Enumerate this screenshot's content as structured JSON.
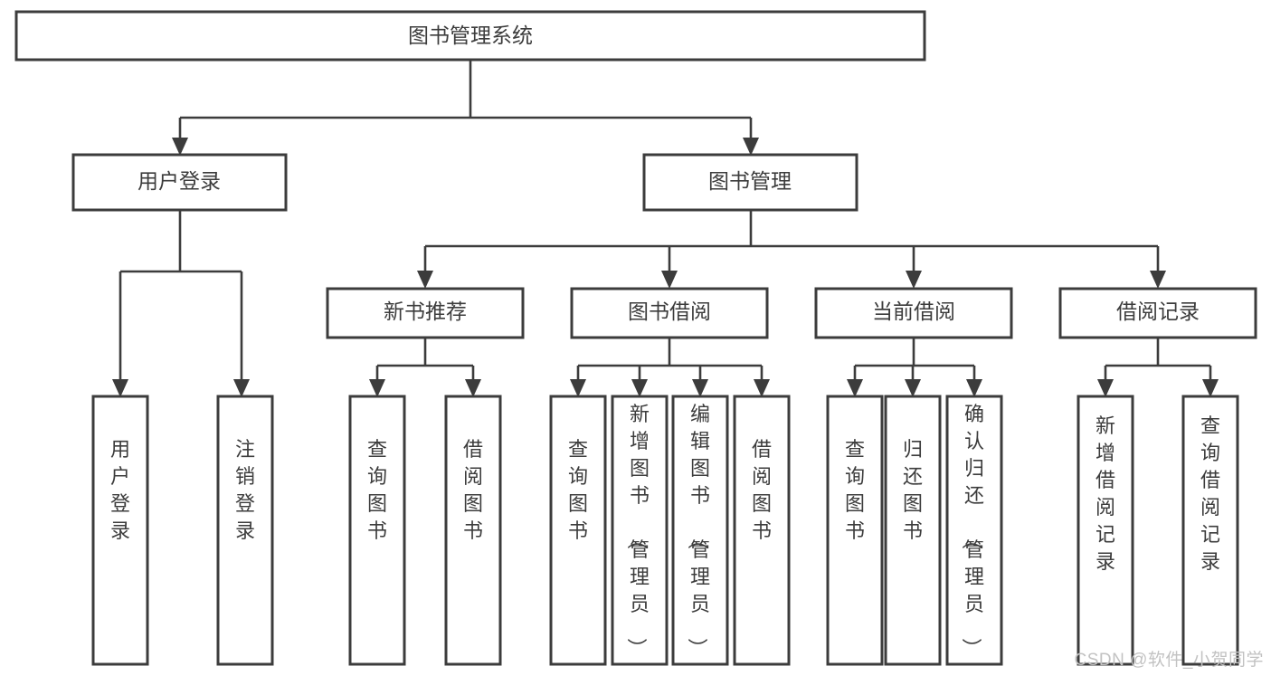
{
  "diagram": {
    "type": "tree",
    "title": "图书管理系统",
    "watermark": "CSDN @软件_小贺同学",
    "colors": {
      "stroke": "#3c3c3c",
      "fill": "#ffffff",
      "background": "#ffffff",
      "watermark": "#c2c2c2"
    },
    "root": {
      "label": "图书管理系统"
    },
    "level1": [
      {
        "label": "用户登录"
      },
      {
        "label": "图书管理"
      }
    ],
    "level2": [
      {
        "label": "新书推荐"
      },
      {
        "label": "图书借阅"
      },
      {
        "label": "当前借阅"
      },
      {
        "label": "借阅记录"
      }
    ],
    "leaves": {
      "user_login": [
        {
          "label": "用户登录"
        },
        {
          "label": "注销登录"
        }
      ],
      "new_book_recommend": [
        {
          "label": "查询图书"
        },
        {
          "label": "借阅图书"
        }
      ],
      "book_borrow": [
        {
          "label": "查询图书"
        },
        {
          "label": "新增图书（管理员）"
        },
        {
          "label": "编辑图书（管理员）"
        },
        {
          "label": "借阅图书"
        }
      ],
      "current_borrow": [
        {
          "label": "查询图书"
        },
        {
          "label": "归还图书"
        },
        {
          "label": "确认归还（管理员）"
        }
      ],
      "borrow_records": [
        {
          "label": "新增借阅记录"
        },
        {
          "label": "查询借阅记录"
        }
      ]
    }
  }
}
